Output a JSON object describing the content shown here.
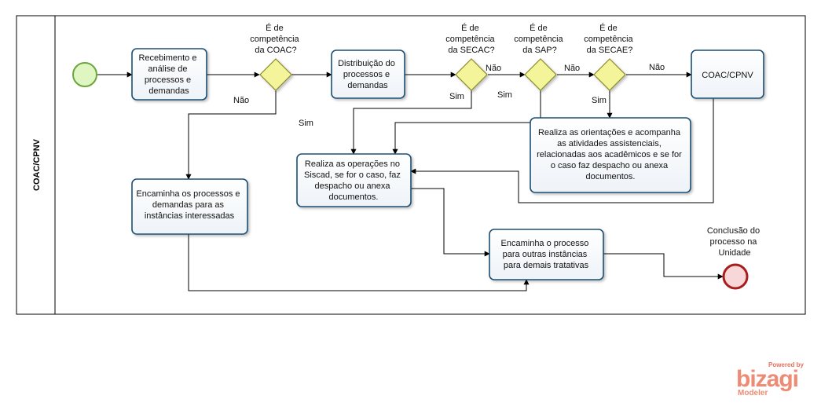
{
  "pool": {
    "lane_title": "COAC/CPNV"
  },
  "tasks": {
    "receive": [
      "Recebimento e",
      "análise de",
      "processos e",
      "demandas"
    ],
    "distribute": [
      "Distribuição do",
      "processos e",
      "demandas"
    ],
    "coac_cpnv": [
      "COAC/CPNV"
    ],
    "guide": [
      "Realiza as orientações e acompanha",
      "as atividades assistenciais,",
      "relacionadas aos acadêmicos e se for",
      "o caso faz despacho ou anexa",
      "documentos."
    ],
    "siscad": [
      "Realiza as operações no",
      "Siscad, se for o caso, faz",
      "despacho ou anexa",
      "documentos."
    ],
    "forward_interested": [
      "Encaminha os processos e",
      "demandas para as",
      "instâncias interessadas"
    ],
    "forward_other": [
      "Encaminha o processo",
      "para outras instâncias",
      "para demais tratativas"
    ]
  },
  "gateways": {
    "coac": [
      "É de",
      "competência",
      "da COAC?"
    ],
    "secac": [
      "É de",
      "competência",
      "da SECAC?"
    ],
    "sap": [
      "É de",
      "competência",
      "da SAP?"
    ],
    "secae": [
      "É de",
      "competência",
      "da SECAE?"
    ]
  },
  "flow_labels": {
    "nao": "Não",
    "sim": "Sim"
  },
  "end_event": [
    "Conclusão do",
    "processo na",
    "Unidade"
  ],
  "watermark": {
    "powered": "Powered by",
    "brand": "bizagi",
    "product": "Modeler"
  },
  "colors": {
    "task_border": "#1e4f74",
    "gateway_fill": "#f4f59a",
    "gateway_border": "#8a8a2a",
    "start_fill": "#dff5c2",
    "start_border": "#6ba63a",
    "end_fill": "#f7d7d7",
    "end_border": "#a61e1e",
    "brand": "#ee8b74"
  }
}
